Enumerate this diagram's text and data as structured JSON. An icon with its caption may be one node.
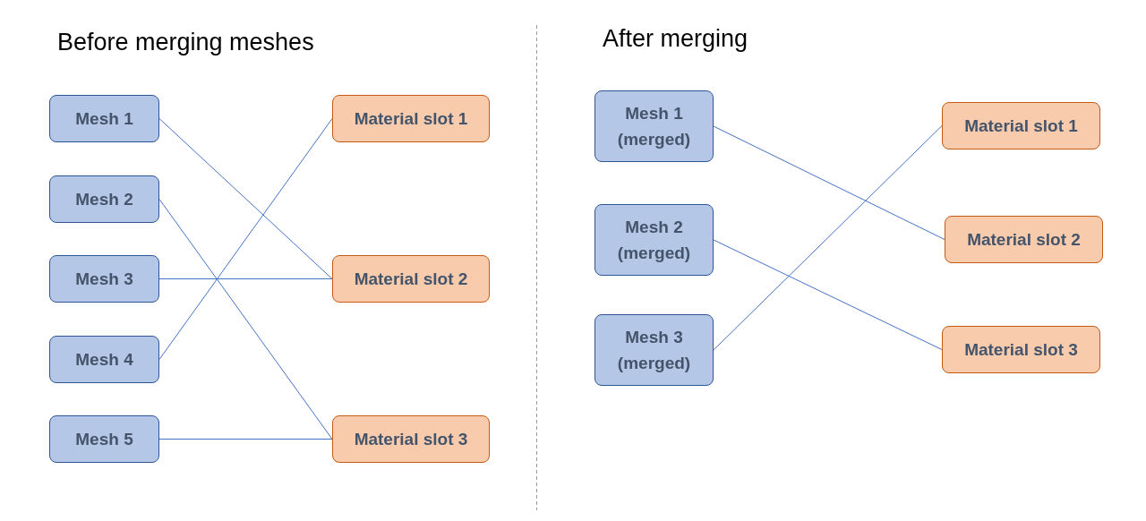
{
  "diagram": {
    "nodes": [
      {
        "text": [
          "Mesh 1"
        ]
      },
      {
        "text": [
          "Mesh 2"
        ]
      },
      {
        "text": [
          "Mesh 3"
        ]
      },
      {
        "text": [
          "Mesh 4"
        ]
      },
      {
        "text": [
          "Mesh 5"
        ]
      },
      {
        "text": [
          "Material slot 1"
        ]
      },
      {
        "text": [
          "Material slot 2"
        ]
      },
      {
        "text": [
          "Material slot 3"
        ]
      },
      {
        "text": [
          "Mesh 1 (merged)"
        ]
      },
      {
        "text": [
          "Mesh 2 (merged)"
        ]
      },
      {
        "text": [
          "Mesh 3 (merged)"
        ]
      },
      {
        "text": [
          "Material slot 1"
        ]
      },
      {
        "text": [
          "Material slot 2"
        ]
      },
      {
        "text": [
          "Material slot 3"
        ]
      }
    ],
    "edges": [
      {
        "from": 0,
        "to": 6,
        "arrow": "none"
      },
      {
        "from": 1,
        "to": 7,
        "arrow": "none"
      },
      {
        "from": 2,
        "to": 6,
        "arrow": "none"
      },
      {
        "from": 3,
        "to": 5,
        "arrow": "none"
      },
      {
        "from": 4,
        "to": 7,
        "arrow": "none"
      },
      {
        "from": 8,
        "to": 12,
        "arrow": "none"
      },
      {
        "from": 9,
        "to": 13,
        "arrow": "none"
      },
      {
        "from": 10,
        "to": 11,
        "arrow": "none"
      }
    ],
    "labels": [
      "Before merging meshes",
      "After merging"
    ]
  }
}
